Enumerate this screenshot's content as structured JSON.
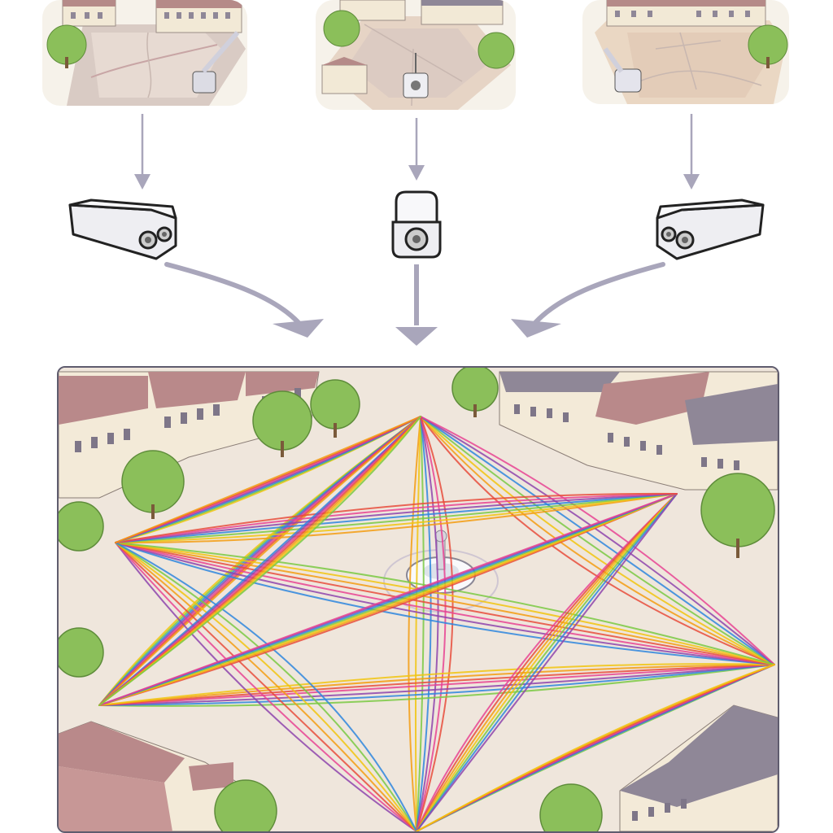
{
  "diagram": {
    "type": "multi-camera-fusion-illustration",
    "camera_views": [
      {
        "name": "left-view",
        "icon": "camera-view-left"
      },
      {
        "name": "center-view",
        "icon": "camera-view-center"
      },
      {
        "name": "right-view",
        "icon": "camera-view-right"
      }
    ],
    "cameras": [
      {
        "name": "left-camera",
        "icon": "cctv-camera-icon"
      },
      {
        "name": "center-camera",
        "icon": "cctv-camera-icon"
      },
      {
        "name": "right-camera",
        "icon": "cctv-camera-icon"
      }
    ],
    "fused_map": {
      "icon": "town-square-trajectory-map"
    },
    "colors": {
      "arrow": "#a9a6bb",
      "plaza": "#efe6dc",
      "roof": "#b9898a",
      "slate_roof": "#8f8797",
      "facade": "#f3ead8",
      "tree": "#8bbf5a",
      "border": "#5f5c6e",
      "trajectory_palette": [
        "#e74c3c",
        "#f39c12",
        "#f1c40f",
        "#7ac943",
        "#2e86de",
        "#8e44ad",
        "#e84393"
      ]
    }
  }
}
